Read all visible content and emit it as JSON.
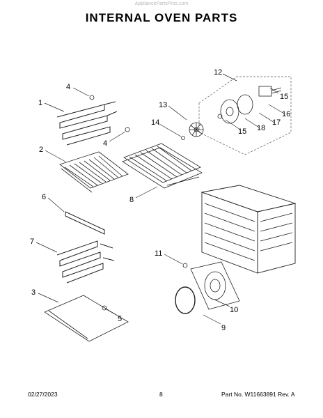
{
  "watermark": "AppliancePartsPros.com",
  "title": "INTERNAL OVEN PARTS",
  "callouts": [
    "1",
    "2",
    "3",
    "4",
    "4",
    "5",
    "6",
    "7",
    "8",
    "9",
    "10",
    "11",
    "12",
    "13",
    "14",
    "15",
    "15",
    "16",
    "17",
    "18"
  ],
  "footer": {
    "date": "02/27/2023",
    "page": "8",
    "part_no": "Part No. W11663891  Rev. A"
  }
}
